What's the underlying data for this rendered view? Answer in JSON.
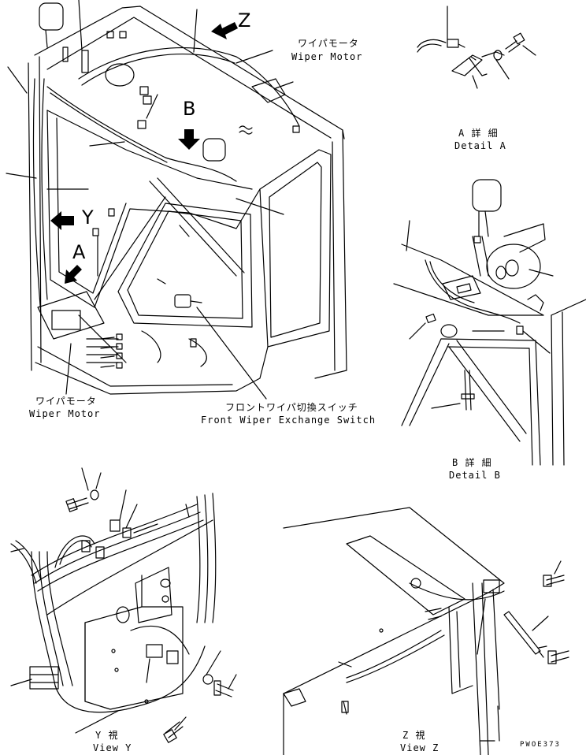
{
  "labels": {
    "wiper_motor_top_jp": "ワイパモータ",
    "wiper_motor_top_en": "Wiper Motor",
    "wiper_motor_left_jp": "ワイパモータ",
    "wiper_motor_left_en": "Wiper Motor",
    "front_wiper_switch_jp": "フロントワイパ切換スイッチ",
    "front_wiper_switch_en": "Front Wiper Exchange Switch",
    "detail_a_jp": "A 詳 細",
    "detail_a_en": "Detail A",
    "detail_b_jp": "B 詳 細",
    "detail_b_en": "Detail B",
    "view_y_jp": "Y 視",
    "view_y_en": "View Y",
    "view_z_jp": "Z 視",
    "view_z_en": "View Z",
    "letter_z": "Z",
    "letter_b": "B",
    "letter_y": "Y",
    "letter_a": "A",
    "drawing_code": "PWOE373"
  }
}
